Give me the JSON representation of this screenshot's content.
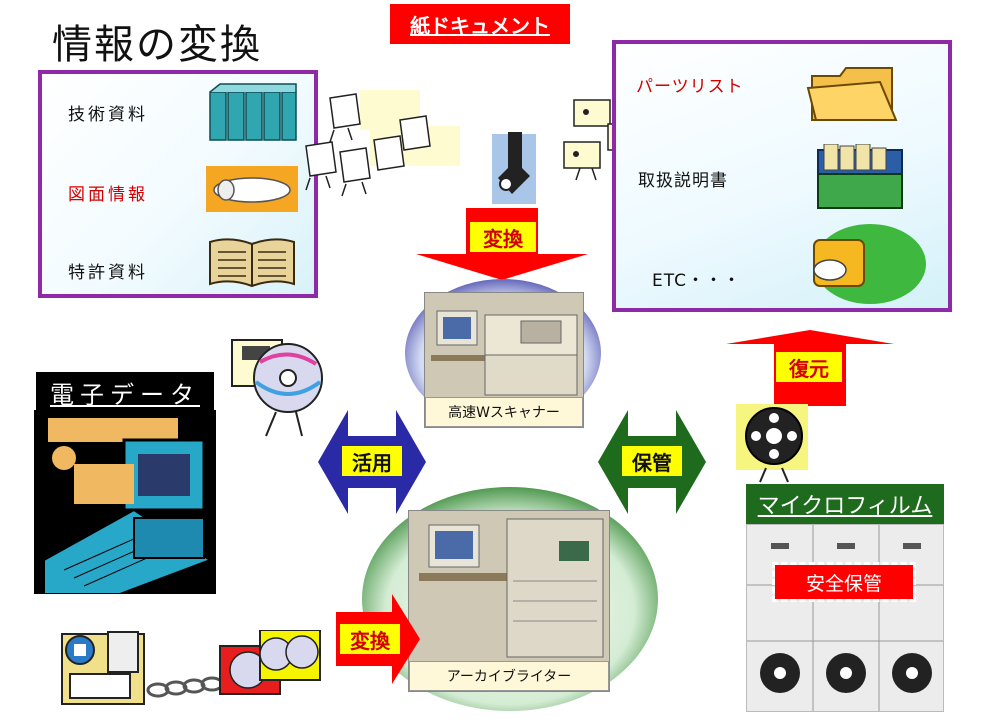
{
  "title": "情報の変換",
  "paper_banner": "紙ドキュメント",
  "left_panel": {
    "items": [
      {
        "label": "技術資料",
        "color": "#111111"
      },
      {
        "label": "図面情報",
        "color": "#d40000"
      },
      {
        "label": "特許資料",
        "color": "#111111"
      }
    ]
  },
  "right_panel": {
    "items": [
      {
        "label": "パーツリスト",
        "color": "#d40000"
      },
      {
        "label": "取扱説明書",
        "color": "#111111"
      },
      {
        "label": "ETC・・・",
        "color": "#111111"
      }
    ]
  },
  "arrows": {
    "convert_top": "変換",
    "restore": "復元",
    "utilize": "活用",
    "store": "保管",
    "convert_bottom": "変換"
  },
  "scanner_caption": "高速Wスキャナー",
  "writer_caption": "アーカイブライター",
  "electronic_data": "電子データ",
  "microfilm": {
    "title": "マイクロフィルム",
    "storage_label": "安全保管"
  },
  "colors": {
    "panel_border": "#8e2aa8",
    "arrow_red": "#ff0000",
    "arrow_blue": "#2a2aa6",
    "arrow_green": "#1e6b1e",
    "label_yellow": "#ffff00"
  }
}
